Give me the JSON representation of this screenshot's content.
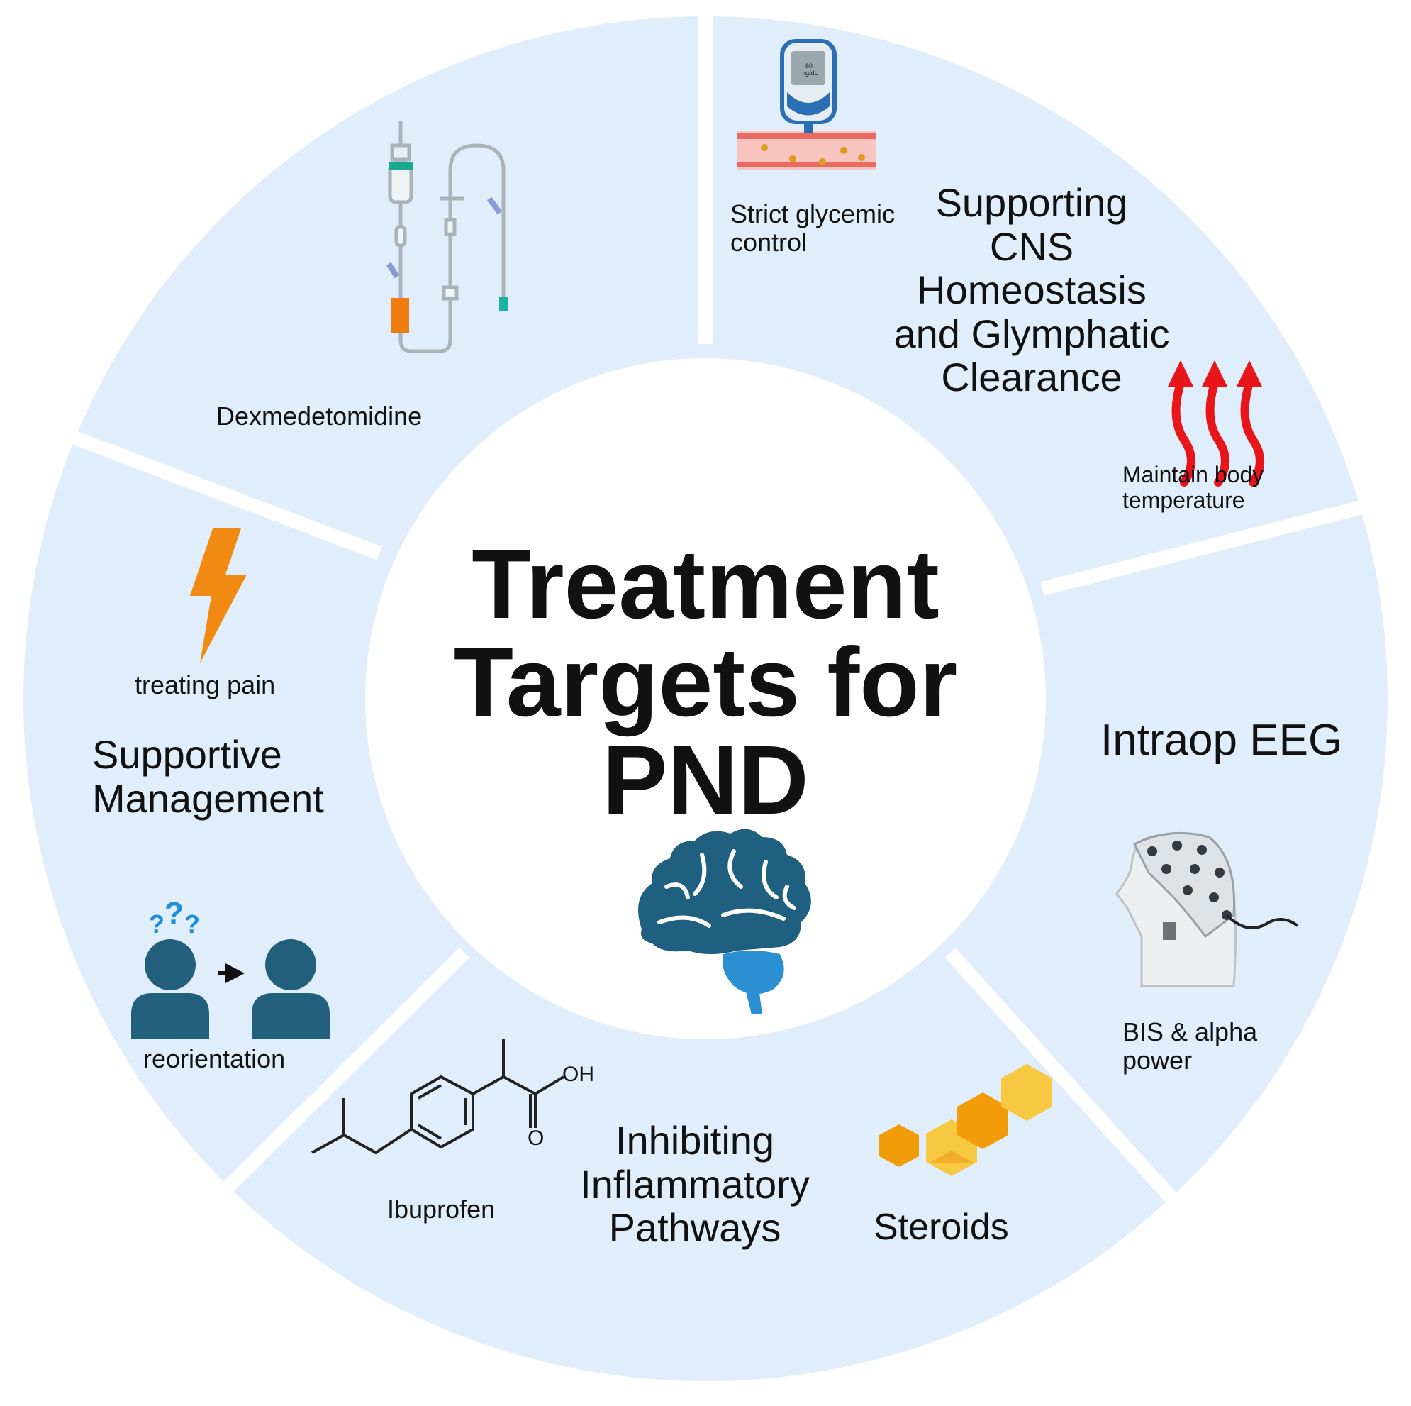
{
  "title": "Treatment\nTargets for\nPND",
  "colors": {
    "segment_fill": "#dfeefa",
    "separator": "#ffffff",
    "center": "#ffffff",
    "text": "#111111",
    "brain_dark": "#1f5f7f",
    "brain_light": "#2b8fd1",
    "person": "#225f7c",
    "question_marks": "#1f8fd6",
    "lightning": "#f08a12",
    "heat_arrows": "#e8161b",
    "steroid_orange": "#f29c0a",
    "steroid_yellow": "#f7c942"
  },
  "segments": [
    {
      "id": "dexmedetomidine",
      "labels": {
        "drug": "Dexmedetomidine"
      },
      "icons": [
        "iv-infusion-set-icon"
      ]
    },
    {
      "id": "cns-homeostasis",
      "heading": "Supporting\nCNS\nHomeostasis\nand Glymphatic\nClearance",
      "labels": {
        "glycemic": "Strict glycemic\ncontrol",
        "temperature": "Maintain body\ntemperature",
        "meter_reading": "80\nmg/dL"
      },
      "icons": [
        "glucose-meter-icon",
        "heat-arrows-icon"
      ]
    },
    {
      "id": "intraop-eeg",
      "heading": "Intraop EEG",
      "labels": {
        "bis": "BIS & alpha\npower"
      },
      "icons": [
        "eeg-cap-head-icon"
      ]
    },
    {
      "id": "inflammatory",
      "heading": "Inhibiting\nInflammatory\nPathways",
      "labels": {
        "ibuprofen": "Ibuprofen",
        "steroids": "Steroids",
        "oh": "OH",
        "o": "O"
      },
      "icons": [
        "ibuprofen-structure-icon",
        "steroid-rings-icon"
      ]
    },
    {
      "id": "supportive",
      "heading": "Supportive\nManagement",
      "labels": {
        "pain": "treating pain",
        "reorientation": "reorientation"
      },
      "icons": [
        "lightning-bolt-icon",
        "reorientation-people-icon"
      ]
    }
  ],
  "center_icon": "brain-icon"
}
